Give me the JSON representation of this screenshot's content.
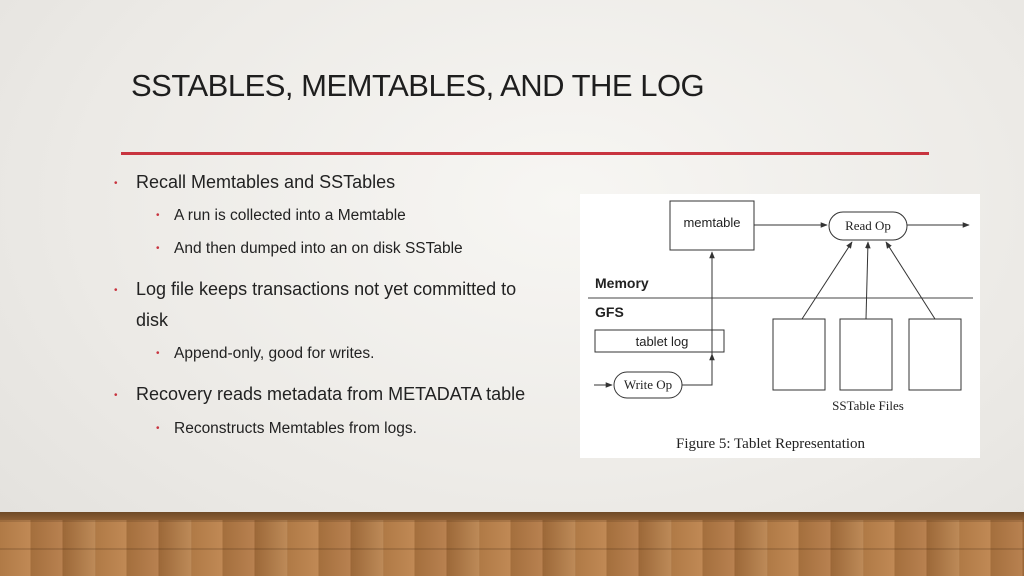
{
  "slide": {
    "title": "SSTABLES, MEMTABLES, AND THE LOG",
    "bullet_glyph": "•",
    "bullets": [
      {
        "text": "Recall Memtables and SSTables",
        "sub": [
          "A run is collected into a Memtable",
          "And then dumped into an on disk SSTable"
        ]
      },
      {
        "text_line1": "Log file keeps transactions not yet committed to",
        "text_line2": "disk",
        "sub": [
          "Append-only, good for writes."
        ]
      },
      {
        "text": "Recovery reads metadata from METADATA table",
        "sub": [
          "Reconstructs Memtables from logs."
        ]
      }
    ]
  },
  "figure": {
    "memtable_label": "memtable",
    "read_op_label": "Read Op",
    "write_op_label": "Write Op",
    "memory_label": "Memory",
    "gfs_label": "GFS",
    "tablet_log_label": "tablet log",
    "sstable_files_label": "SSTable Files",
    "caption": "Figure 5:  Tablet Representation"
  },
  "colors": {
    "accent": "#c8343f",
    "text": "#222222"
  }
}
